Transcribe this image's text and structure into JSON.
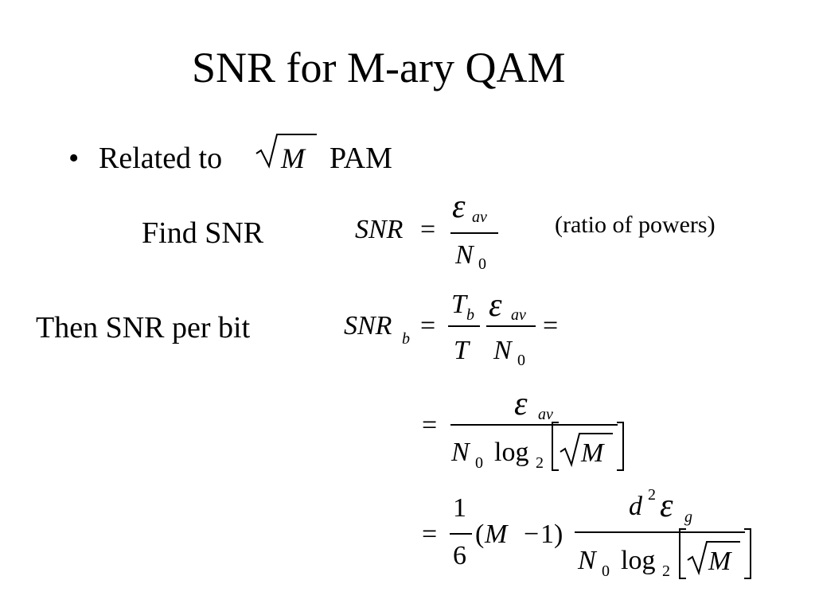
{
  "slide": {
    "title": "SNR for M-ary QAM",
    "bullet": {
      "marker": "•",
      "prefix": "Related to",
      "sqrt_arg": "M",
      "suffix": "PAM"
    },
    "row1": {
      "label": "Find SNR",
      "lhs": "SNR",
      "eq": "=",
      "num_symbol": "ε",
      "num_sub": "av",
      "den_symbol": "N",
      "den_sub": "0",
      "note": "(ratio of powers)"
    },
    "row2": {
      "label": "Then SNR per bit",
      "lhs": "SNR",
      "lhs_sub": "b",
      "eq": "=",
      "f1_num": "T",
      "f1_num_sub": "b",
      "f1_den": "T",
      "f2_num": "ε",
      "f2_num_sub": "av",
      "f2_den": "N",
      "f2_den_sub": "0",
      "trailing_eq": "="
    },
    "row3": {
      "eq": "=",
      "num_symbol": "ε",
      "num_sub": "av",
      "den_N": "N",
      "den_N_sub": "0",
      "den_log": "log",
      "den_log_sub": "2",
      "den_sqrt_arg": "M"
    },
    "row4": {
      "eq": "=",
      "f_num": "1",
      "f_den": "6",
      "paren_open": "(",
      "paren_M": "M",
      "paren_minus": "−",
      "paren_one": "1)",
      "num_d": "d",
      "num_sup": "2",
      "num_symbol": "ε",
      "num_sub": "g",
      "den_N": "N",
      "den_N_sub": "0",
      "den_log": "log",
      "den_log_sub": "2",
      "den_sqrt_arg": "M"
    }
  }
}
